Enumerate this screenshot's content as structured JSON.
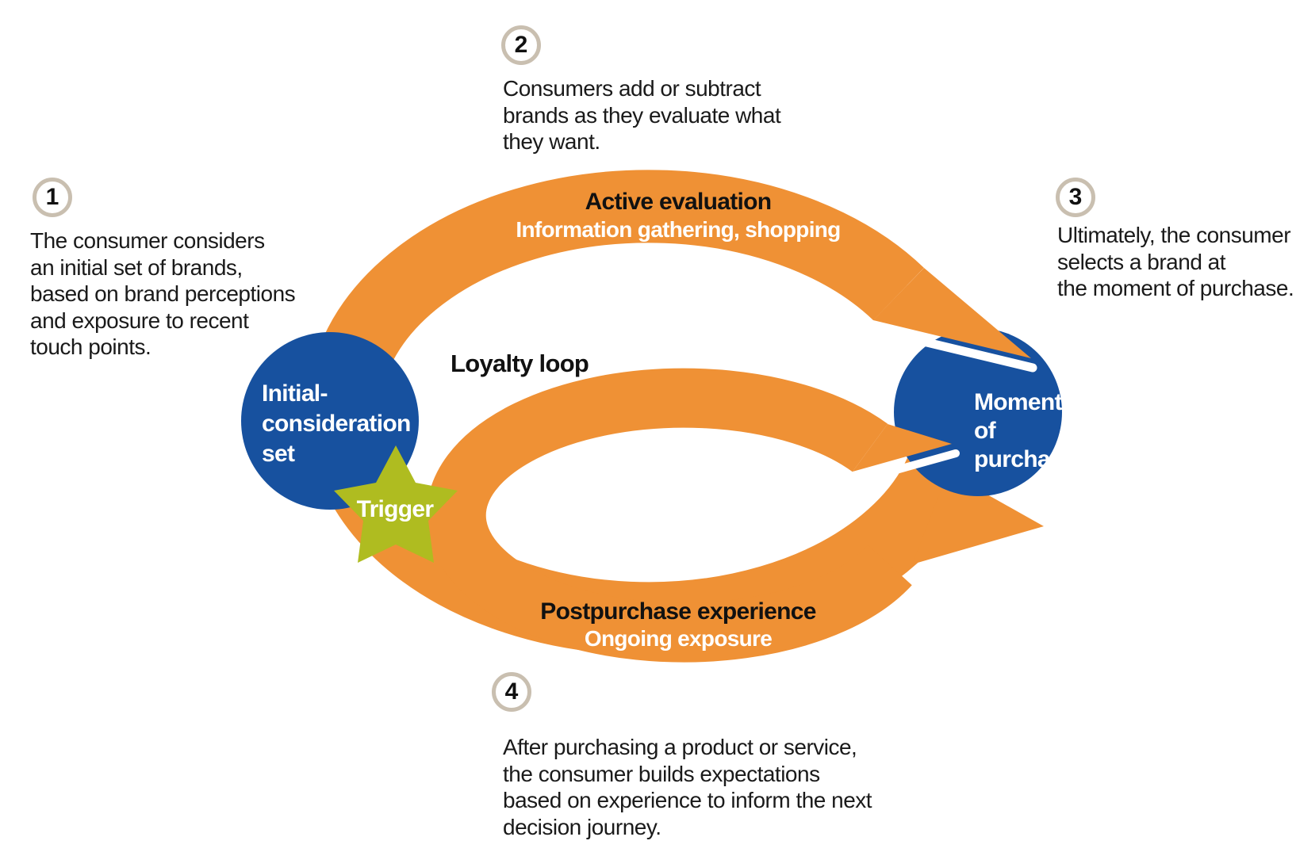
{
  "colors": {
    "orange": "#EF9135",
    "blue": "#17519F",
    "green": "#AFBC20",
    "badge_border": "#C9BFB0",
    "background": "#FFFFFF"
  },
  "steps": [
    {
      "number": "1",
      "lines": [
        "The consumer considers",
        "an initial set of brands,",
        "based on brand perceptions",
        "and exposure to recent",
        "touch points."
      ]
    },
    {
      "number": "2",
      "lines": [
        "Consumers add or subtract",
        "brands as they evaluate what",
        "they want."
      ]
    },
    {
      "number": "3",
      "lines": [
        "Ultimately, the consumer",
        "selects a brand at",
        "the moment of purchase."
      ]
    },
    {
      "number": "4",
      "lines": [
        "After purchasing a product or service,",
        "the consumer builds expectations",
        "based on experience to inform the next",
        "decision journey."
      ]
    }
  ],
  "loop": {
    "active_evaluation": {
      "title": "Active evaluation",
      "subtitle": "Information gathering, shopping"
    },
    "postpurchase": {
      "title": "Postpurchase experience",
      "subtitle": "Ongoing exposure"
    },
    "loyalty_label": "Loyalty loop",
    "trigger_label": "Trigger",
    "initial_consideration_lines": [
      "Initial-",
      "consideration",
      "set"
    ],
    "moment_of_purchase_lines": [
      "Moment",
      "of",
      "purchase"
    ]
  }
}
